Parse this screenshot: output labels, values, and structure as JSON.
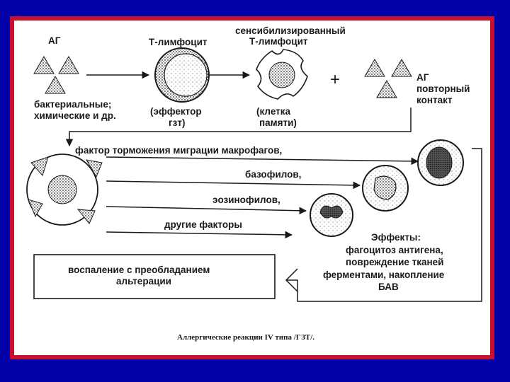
{
  "labels": {
    "ag": "АГ",
    "t_lymph": "Т-лимфоцит",
    "sens_1": "сенсибилизированный",
    "sens_2": "Т-лимфоцит",
    "bact_1": "бактериальные;",
    "bact_2": "химические и др.",
    "effector_1": "(эффектор",
    "effector_2": "гзт)",
    "memory_1": "(клетка",
    "memory_2": "памяти)",
    "plus": "+",
    "ag_repeat_1": "АГ",
    "ag_repeat_2": "повторный",
    "ag_repeat_3": "контакт",
    "factor_1": "фактор торможения миграции макрофагов,",
    "factor_2": "базофилов,",
    "factor_3": "эозинофилов,",
    "factor_4": "другие факторы",
    "effects_1": "Эффекты:",
    "effects_2": "фагоцитоз антигена,",
    "effects_3": "повреждение тканей",
    "effects_4": "ферментами, накопление",
    "effects_5": "БАВ",
    "inflam_1": "воспаление с преобладанием",
    "inflam_2": "альтерации",
    "caption": "Аллергические реакции IV типа /ГЗТ/."
  },
  "colors": {
    "background": "#0000a8",
    "frame": "#c8102e",
    "sheet": "#ffffff",
    "ink": "#1a1a1a"
  }
}
